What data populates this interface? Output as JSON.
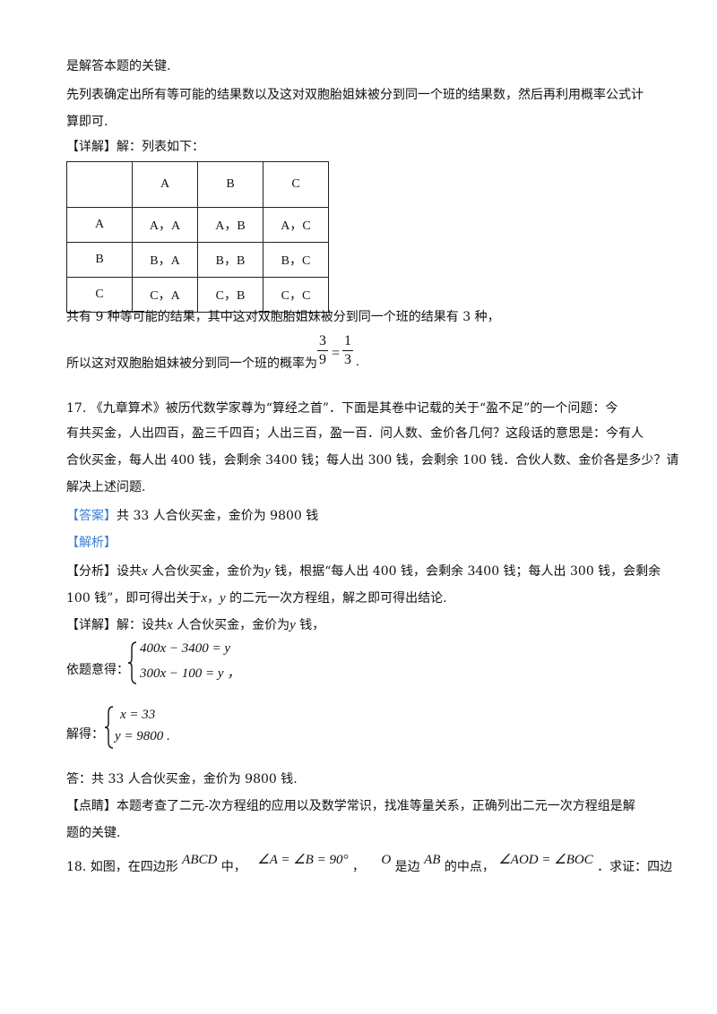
{
  "lines": {
    "l1": "是解答本题的关键.",
    "l2": "先列表确定出所有等可能的结果数以及这对双胞胎姐妹被分到同一个班的结果数，然后再利用概率公式计",
    "l3": "算即可.",
    "l4": "【详解】解：列表如下：",
    "l5": "共有 9 种等可能的结果，其中这对双胞胎姐妹被分到同一个班的结果有 3 种，",
    "l6": "所以这对双胞胎姐妹被分到同一个班的概率为",
    "q17a": "17. 《九章算术》被历代数学家尊为“算经之首”．下面是其卷中记载的关于“盈不足”的一个问题：今",
    "q17b": "有共买金，人出四百，盈三千四百；人出三百，盈一百．问人数、金价各几何？这段话的意思是：今有人",
    "q17c": "合伙买金，每人出 400 钱，会剩余 3400 钱；每人出 300 钱，会剩余 100 钱．合伙人数、金价各是多少？请",
    "q17d": "解决上述问题.",
    "ans_tag": "【答案】",
    "ans_text": "共 33 人合伙买金，金价为 9800 钱",
    "jx_tag": "【解析】",
    "fx1": "【分析】设共",
    "fx1_x": "x",
    "fx1_b": " 人合伙买金，金价为",
    "fx1_y": "y",
    "fx1_c": " 钱，根据“每人出 400 钱，会剩余 3400 钱；每人出 300 钱，会剩余",
    "fx2a": "100 钱”，即可得出关于",
    "fx2_x": "x",
    "fx2_b": "，",
    "fx2_y": "y",
    "fx2_c": " 的二元一次方程组，解之即可得出结论.",
    "xj1": "【详解】解：设共",
    "xj1_x": "x",
    "xj1_b": " 人合伙买金，金价为",
    "xj1_y": "y",
    "xj1_c": " 钱，",
    "yt": "依题意得：",
    "eq1": "400x − 3400 = y",
    "eq2": "300x − 100 = y ，",
    "jd": "解得：",
    "sol1": "x = 33",
    "sol2": "y = 9800 .",
    "da": "答：共 33 人合伙买金，金价为 9800 钱.",
    "dj1": "【点睛】本题考查了二元-次方程组的应用以及数学常识，找准等量关系，正确列出二元一次方程组是解",
    "dj2": "题的关键.",
    "q18a": "18. 如图，在四边形",
    "q18_abcd": "ABCD",
    "q18b": "中，",
    "q18_ang": "∠A = ∠B = 90°",
    "q18c": "，",
    "q18_o": "O",
    "q18d": "是边",
    "q18_ab": "AB",
    "q18e": "的中点，",
    "q18_aod": "∠AOD = ∠BOC",
    "q18f": "．求证：四边"
  },
  "frac1": {
    "num": "3",
    "den": "9"
  },
  "frac2": {
    "num": "1",
    "den": "3"
  },
  "frac_eq": "=",
  "frac_end": ".",
  "table": {
    "header": [
      "",
      "A",
      "B",
      "C"
    ],
    "rows": [
      [
        "A",
        "A，A",
        "A，B",
        "A，C"
      ],
      [
        "B",
        "B，A",
        "B，B",
        "B，C"
      ],
      [
        "C",
        "C，A",
        "C，B",
        "C，C"
      ]
    ]
  },
  "colors": {
    "tag_blue": "#3a7fd5"
  }
}
